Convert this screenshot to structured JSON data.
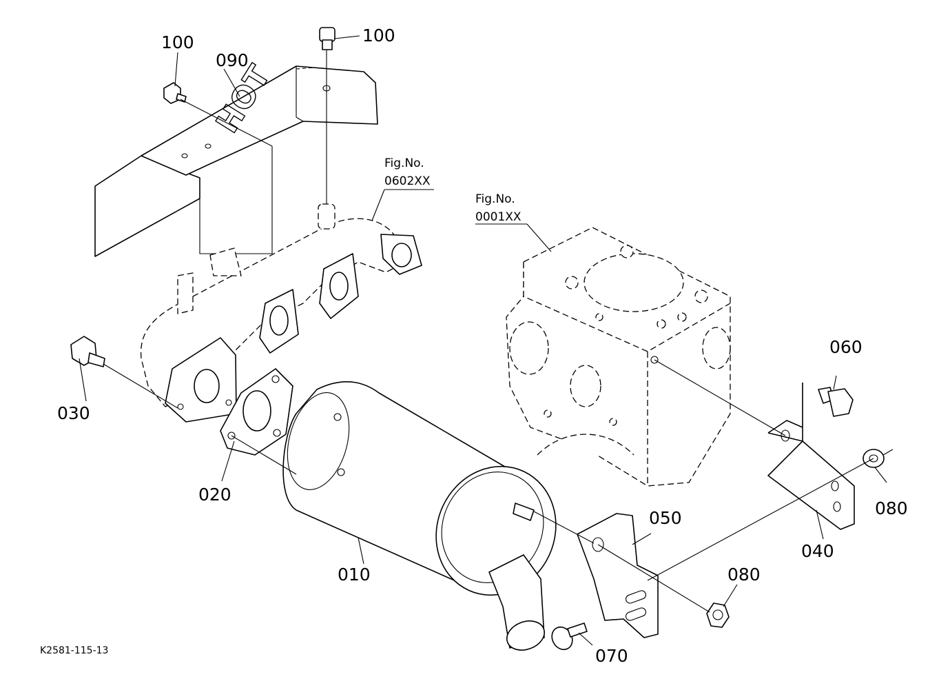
{
  "diagram_code": "K2581-115-13",
  "figure_refs": [
    {
      "line1": "Fig.No.",
      "line2": "0602XX"
    },
    {
      "line1": "Fig.No.",
      "line2": "0001XX"
    }
  ],
  "callouts": {
    "p010": "010",
    "p020": "020",
    "p030": "030",
    "p040": "040",
    "p050": "050",
    "p060": "060",
    "p070": "070",
    "p080_a": "080",
    "p080_b": "080",
    "p090": "090",
    "p100_a": "100",
    "p100_b": "100"
  },
  "shield_marking": "HOT"
}
